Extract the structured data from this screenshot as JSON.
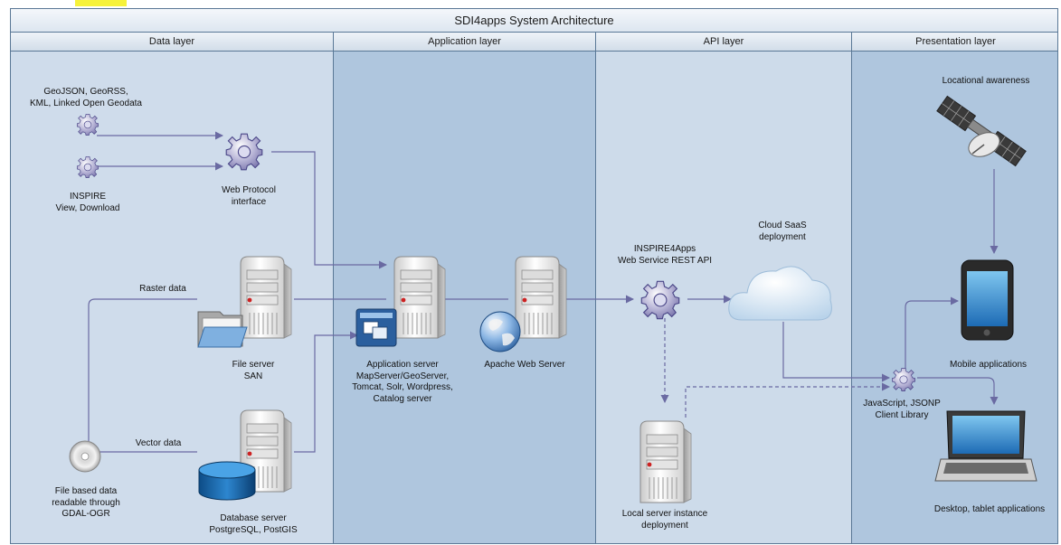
{
  "title": "SDI4apps System Architecture",
  "layers": [
    {
      "name": "Data layer"
    },
    {
      "name": "Application layer"
    },
    {
      "name": "API layer"
    },
    {
      "name": "Presentation layer"
    }
  ],
  "nodes": {
    "geojson": "GeoJSON, GeoRSS,\nKML, Linked Open Geodata",
    "inspire": "INSPIRE\nView, Download",
    "web_protocol": "Web Protocol\ninterface",
    "raster": "Raster data",
    "file_server": "File server\nSAN",
    "vector": "Vector data",
    "file_based": "File based data\nreadable through\nGDAL-OGR",
    "db_server": "Database server\nPostgreSQL, PostGIS",
    "app_server": "Application server\nMapServer/GeoServer,\nTomcat, Solr, Wordpress,\nCatalog server",
    "apache": "Apache Web Server",
    "inspire4apps": "INSPIRE4Apps\nWeb Service REST API",
    "cloud": "Cloud SaaS\ndeployment",
    "local_server": "Local server instance\ndeployment",
    "locational": "Locational awareness",
    "mobile": "Mobile applications",
    "jsclient": "JavaScript, JSONP\nClient Library",
    "desktop": "Desktop, tablet applications"
  },
  "colors": {
    "border": "#5a7896",
    "data_layer_bg": "#cfdceb",
    "app_layer_bg": "#afc6de",
    "api_layer_bg": "#cddbea",
    "presentation_layer_bg": "#afc6de",
    "connector": "#6a6aa2",
    "highlight": "#f6f23a"
  }
}
